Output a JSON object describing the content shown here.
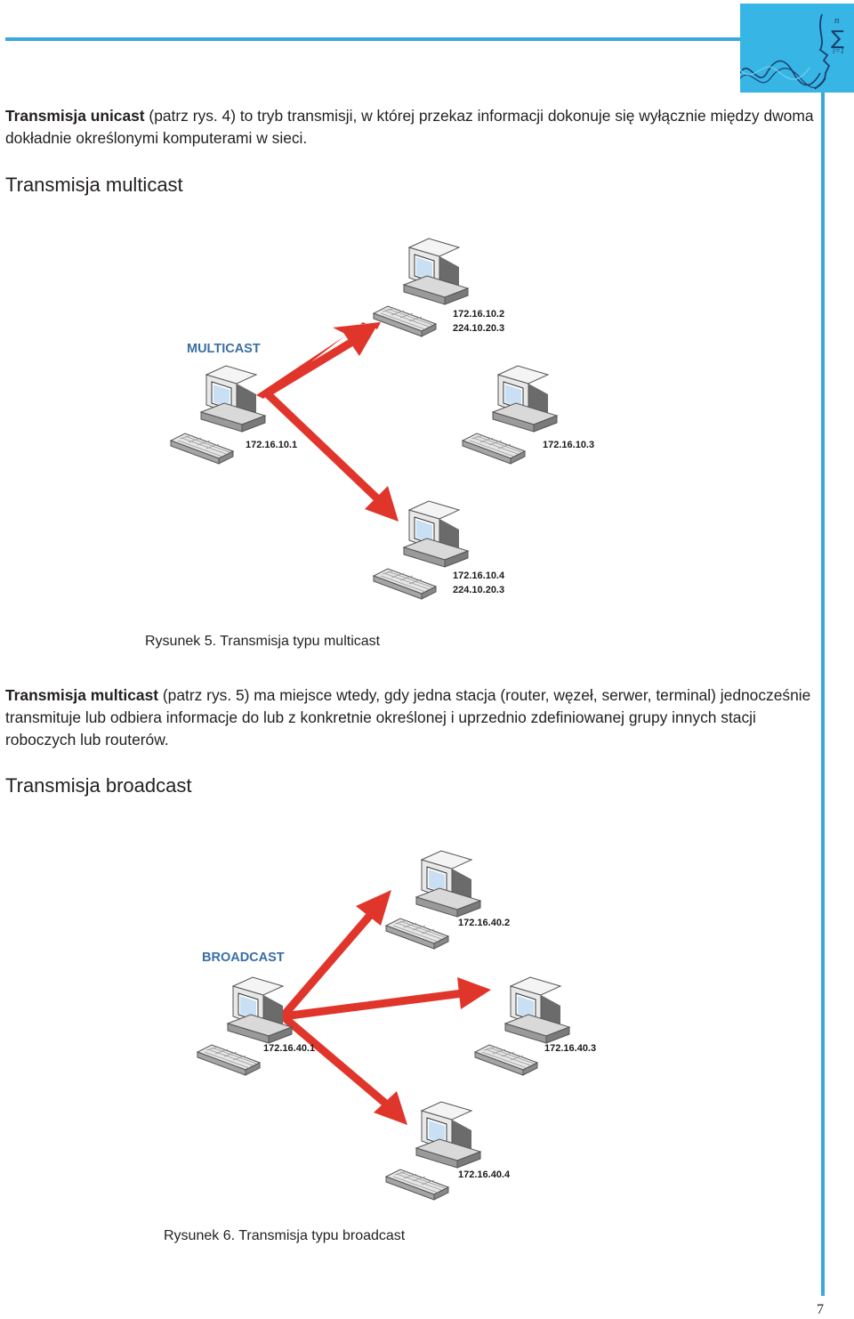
{
  "intro": {
    "term": "Transmisja unicast",
    "text": " (patrz rys. 4) to tryb transmisji, w której przekaz informacji dokonuje się wyłącznie między dwoma dokładnie określonymi komputerami w sieci."
  },
  "section_multicast": {
    "heading": "Transmisja multicast",
    "diagram_title": "MULTICAST",
    "nodes": [
      {
        "id": "mc-top",
        "lines": [
          "172.16.10.2",
          "224.10.20.3"
        ]
      },
      {
        "id": "mc-left",
        "lines": [
          "172.16.10.1"
        ]
      },
      {
        "id": "mc-right",
        "lines": [
          "172.16.10.3"
        ]
      },
      {
        "id": "mc-bottom",
        "lines": [
          "172.16.10.4",
          "224.10.20.3"
        ]
      }
    ],
    "caption": "Rysunek 5. Transmisja typu multicast",
    "paragraph_term": "Transmisja multicast",
    "paragraph_text": " (patrz rys. 5) ma miejsce wtedy, gdy jedna stacja (router, węzeł, serwer, terminal) jednocześnie transmituje lub odbiera informacje do lub z konkretnie określonej i uprzednio zdefiniowanej grupy innych stacji roboczych lub routerów."
  },
  "section_broadcast": {
    "heading": "Transmisja broadcast",
    "diagram_title": "BROADCAST",
    "nodes": [
      {
        "id": "bc-top",
        "lines": [
          "172.16.40.2"
        ]
      },
      {
        "id": "bc-left",
        "lines": [
          "172.16.40.1"
        ]
      },
      {
        "id": "bc-right",
        "lines": [
          "172.16.40.3"
        ]
      },
      {
        "id": "bc-bottom",
        "lines": [
          "172.16.40.4"
        ]
      }
    ],
    "caption": "Rysunek 6. Transmisja typu broadcast"
  },
  "logo": {
    "glyph_n": "n",
    "glyph_sigma": "∑",
    "glyph_i": "i=1"
  },
  "page_number": "7",
  "colors": {
    "accent": "#3aa8df",
    "arrow": "#e0352b",
    "diagram_title": "#3a6ea5"
  }
}
